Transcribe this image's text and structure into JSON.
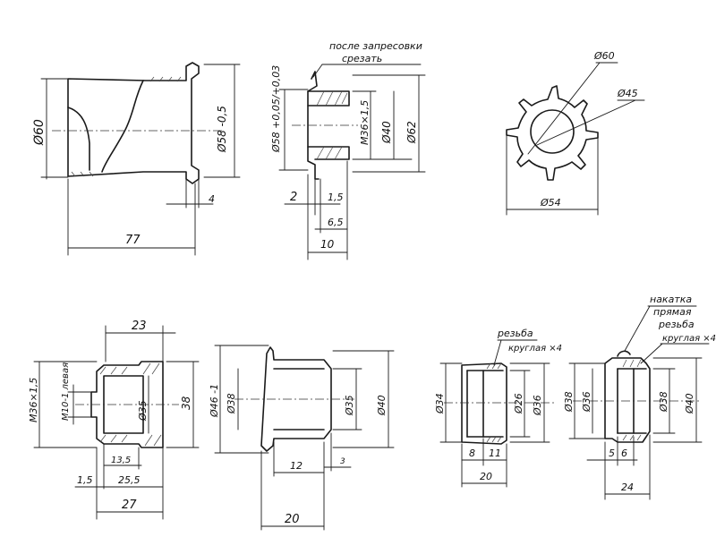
{
  "drawing1": {
    "dim_height": "Ø60",
    "dim_inner": "Ø58 -0,5",
    "dim_lip": "4",
    "dim_length": "77"
  },
  "drawing2": {
    "note_line1": "после запресовки",
    "note_line2": "срезать",
    "dim_outer_left": "Ø58 +0,05/+0,03",
    "dim_thread": "М36×1,5",
    "dim_bore": "Ø40",
    "dim_outer": "Ø62",
    "dim_a": "2",
    "dim_b": "1,5",
    "dim_c": "6,5",
    "dim_d": "10"
  },
  "drawing3": {
    "dim_a": "Ø60",
    "dim_b": "Ø45",
    "dim_c": "Ø54"
  },
  "drawing4": {
    "dim_width": "23",
    "dim_thread": "М36×1,5",
    "dim_left_thread": "М10-1 левая",
    "dim_bore": "Ø35",
    "dim_outer": "38",
    "dim_a": "13,5",
    "dim_b": "1,5",
    "dim_c": "25,5",
    "dim_total": "27"
  },
  "drawing5": {
    "dim_flange": "Ø46 -1",
    "dim_inner": "Ø38",
    "dim_bore": "Ø35",
    "dim_outer": "Ø40",
    "dim_a": "12",
    "dim_b": "3",
    "dim_total": "20"
  },
  "drawing6": {
    "note_line1": "резьба",
    "note_line2": "круглая ×4",
    "dim_outer": "Ø34",
    "dim_bore": "Ø26",
    "dim_inner": "Ø36",
    "dim_a": "8",
    "dim_b": "11",
    "dim_total": "20"
  },
  "drawing7": {
    "note_line1": "накатка",
    "note_line2": "прямая",
    "note_line3": "резьба",
    "note_line4": "круглая ×4",
    "dim_a": "Ø38",
    "dim_b": "Ø36",
    "dim_c": "Ø38",
    "dim_d": "Ø40",
    "dim_e": "5",
    "dim_f": "6",
    "dim_total": "24"
  }
}
